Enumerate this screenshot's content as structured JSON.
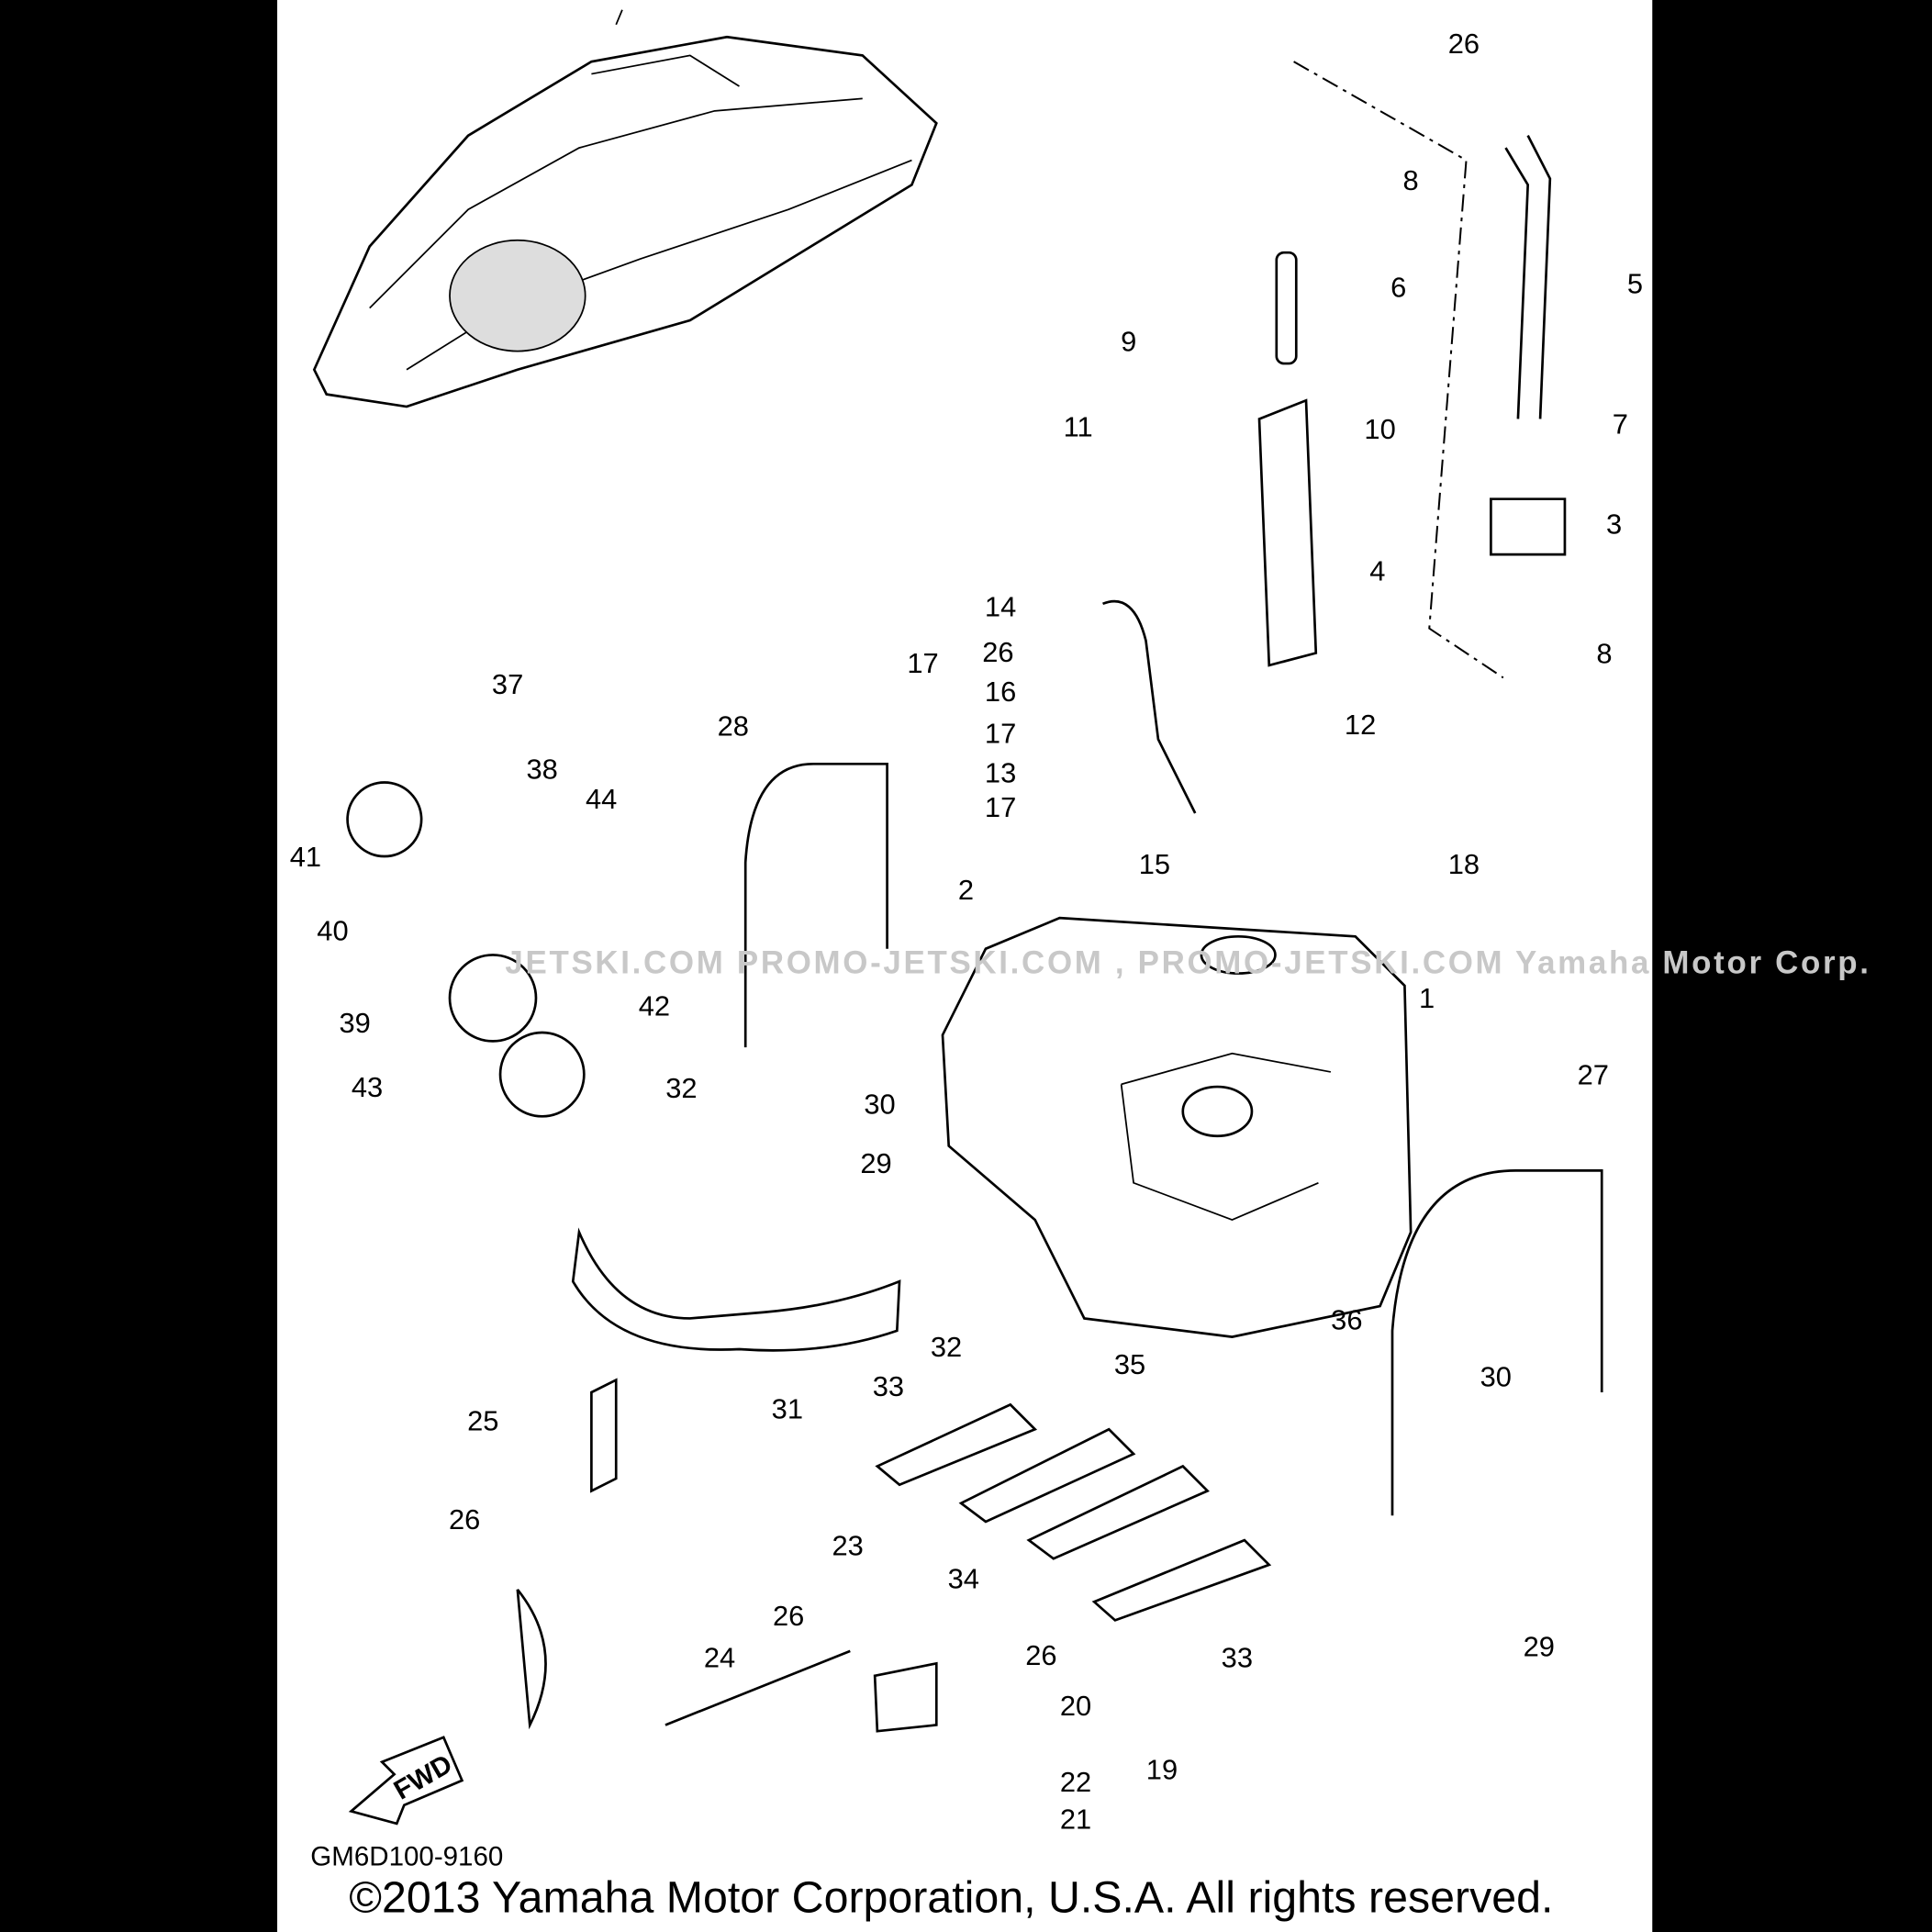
{
  "diagram": {
    "part_callouts": [
      "26",
      "8",
      "6",
      "5",
      "9",
      "11",
      "10",
      "7",
      "3",
      "4",
      "14",
      "26",
      "8",
      "37",
      "16",
      "17",
      "28",
      "17",
      "12",
      "38",
      "44",
      "13",
      "17",
      "15",
      "41",
      "18",
      "2",
      "40",
      "1",
      "39",
      "42",
      "32",
      "43",
      "30",
      "29",
      "27",
      "36",
      "32",
      "35",
      "33",
      "30",
      "31",
      "25",
      "26",
      "23",
      "34",
      "26",
      "24",
      "26",
      "33",
      "29",
      "20",
      "19",
      "22",
      "21"
    ],
    "direction_marker": "FWD",
    "diagram_code": "GM6D100-9160",
    "copyright": "©2013 Yamaha Motor Corporation, U.S.A. All rights reserved.",
    "watermark": "JETSKI.COM   PROMO-JETSKI.COM , PROMO-JETSKI.COM  Yamaha Motor Corp."
  }
}
